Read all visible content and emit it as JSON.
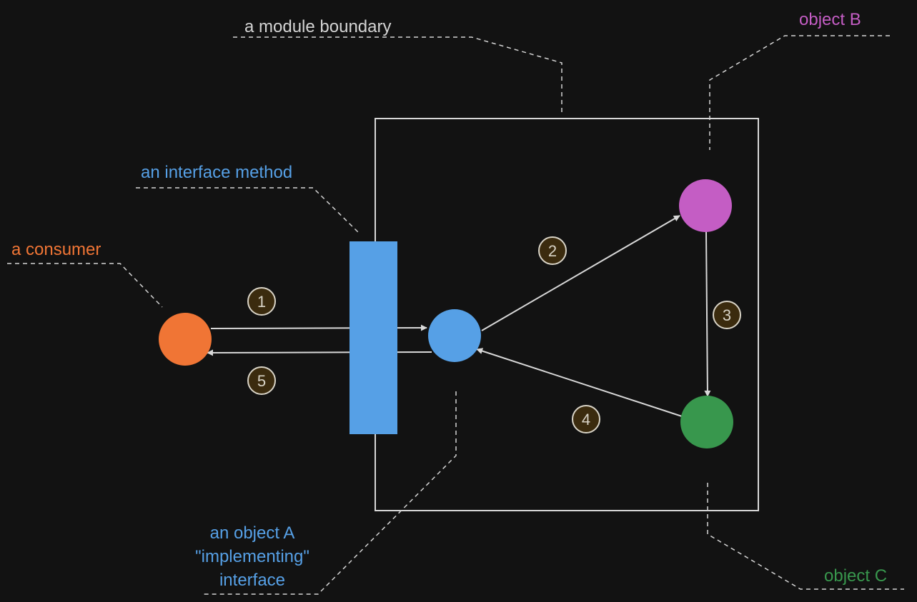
{
  "labels": {
    "module_boundary": "a module boundary",
    "object_b": "object B",
    "interface_method": "an interface method",
    "consumer": "a consumer",
    "object_a_line1": "an object A",
    "object_a_line2": "\"implementing\"",
    "object_a_line3": "interface",
    "object_c": "object C"
  },
  "steps": {
    "s1": "1",
    "s2": "2",
    "s3": "3",
    "s4": "4",
    "s5": "5"
  },
  "colors": {
    "background": "#121212",
    "line": "#d8d8d8",
    "consumer": "#f07535",
    "interface": "#56a0e6",
    "object_b": "#c45dc4",
    "object_c": "#38974d",
    "step_badge_fill": "#3b2b0e",
    "step_badge_stroke": "#d9d4c7",
    "label_gray": "#d4d4d4"
  }
}
